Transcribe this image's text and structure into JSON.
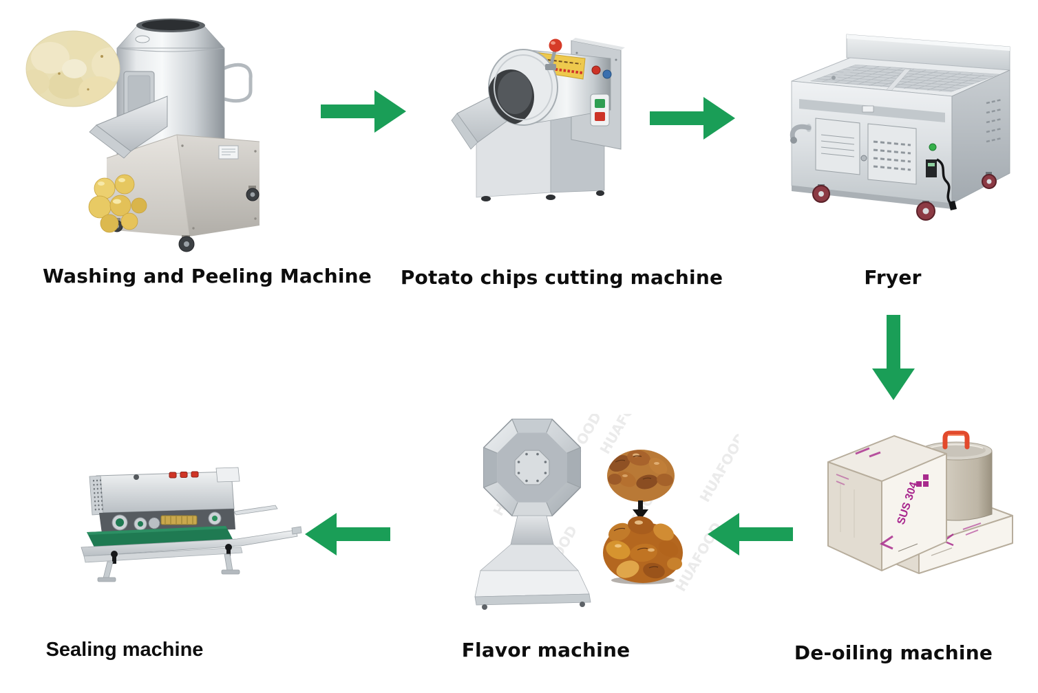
{
  "diagram": {
    "background": "#ffffff",
    "arrow_color": "#1a9e57",
    "watermark_text": "HUAFOOD",
    "steps": [
      {
        "id": "washing-peeling",
        "label": "Washing and Peeling Machine"
      },
      {
        "id": "cutting",
        "label": "Potato chips cutting machine"
      },
      {
        "id": "fryer",
        "label": "Fryer"
      },
      {
        "id": "de-oiling",
        "label": "De-oiling machine"
      },
      {
        "id": "flavor",
        "label": "Flavor machine"
      },
      {
        "id": "sealing",
        "label": "Sealing machine"
      }
    ],
    "machine_markings": {
      "deoiling_film_text": "SUS 304"
    },
    "arrows": [
      {
        "from": "washing-peeling",
        "to": "cutting",
        "direction": "right"
      },
      {
        "from": "cutting",
        "to": "fryer",
        "direction": "right"
      },
      {
        "from": "fryer",
        "to": "de-oiling",
        "direction": "down"
      },
      {
        "from": "de-oiling",
        "to": "flavor",
        "direction": "left"
      },
      {
        "from": "flavor",
        "to": "sealing",
        "direction": "left"
      }
    ]
  }
}
